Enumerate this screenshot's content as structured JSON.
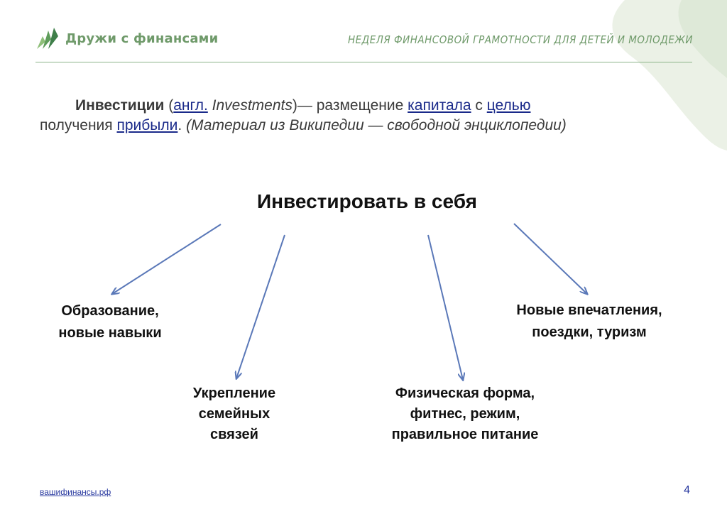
{
  "header": {
    "logo_text": "Дружи с финансами",
    "right_title": "Неделя финансовой грамотности для детей и молодежи"
  },
  "definition": {
    "term": "Инвестиции",
    "paren_open": " (",
    "lang": "англ.",
    "english": " Investments",
    "paren_close": ")— размещение ",
    "link_capital": "капитала",
    "conj_with": " с ",
    "link_goal": "целью",
    "line2_start": " получения ",
    "link_profit": "прибыли",
    "line2_dot": ". ",
    "source": "(Материал из Википедии — свободной энциклопедии)"
  },
  "main_title": "Инвестировать в себя",
  "branches": {
    "education": [
      "Образование,",
      "новые навыки"
    ],
    "family": [
      "Укрепление",
      "семейных",
      "связей"
    ],
    "fitness": [
      "Физическая форма,",
      "фитнес, режим,",
      "правильное питание"
    ],
    "travel": [
      "Новые впечатления,",
      "поездки, туризм"
    ]
  },
  "footer": {
    "site": "вашифинансы.рф",
    "page_number": "4"
  },
  "colors": {
    "brand_green": "#6f9a6a",
    "arrow_blue": "#5a78b8",
    "link_blue": "#1a2a8a"
  }
}
